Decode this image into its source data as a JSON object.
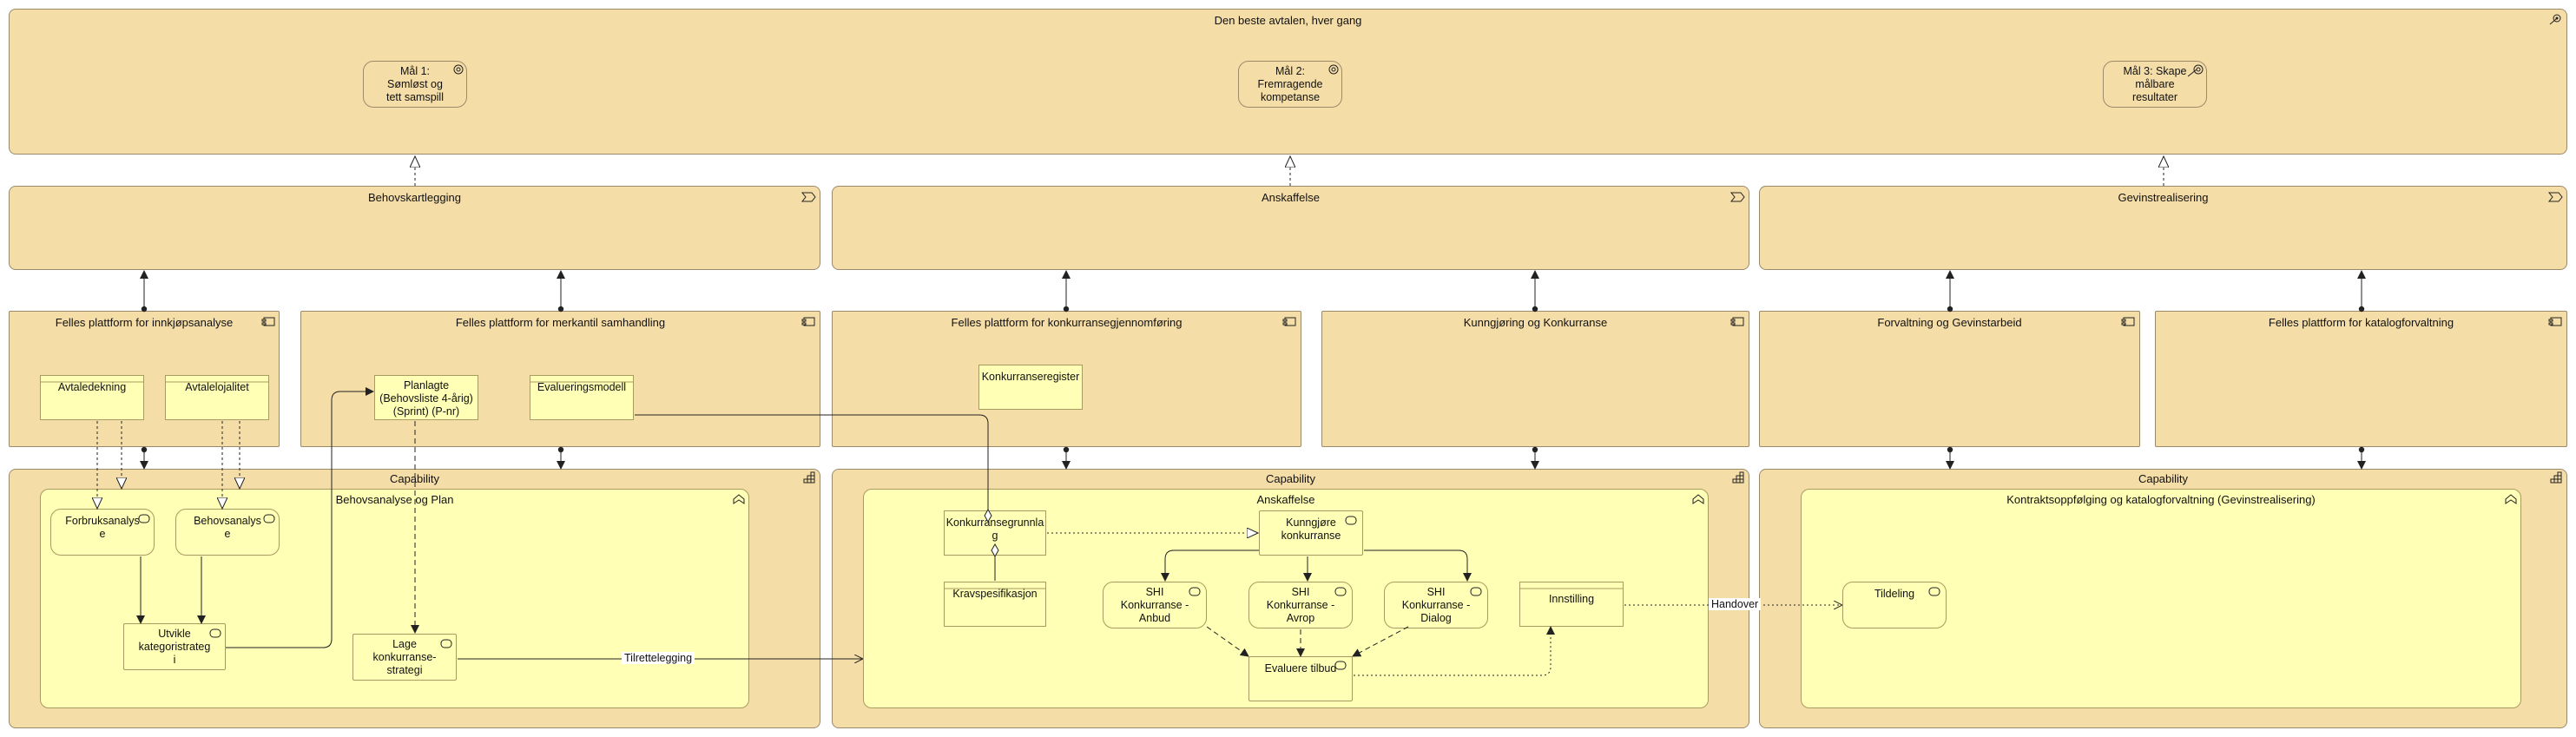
{
  "goal_container": {
    "title": "Den beste avtalen, hver gang",
    "goals": [
      "Mål 1:\nSømløst og\ntett samspill",
      "Mål 2:\nFremragende\nkompetanse",
      "Mål 3: Skape\nmålbare\nresultater"
    ]
  },
  "value_streams": [
    "Behovskartlegging",
    "Anskaffelse",
    "Gevinstrealisering"
  ],
  "applications": [
    "Felles plattform for innkjøpsanalyse",
    "Felles plattform for merkantil samhandling",
    "Felles plattform for konkurransegjennomføring",
    "Kunngjøring og Konkurranse",
    "Forvaltning og Gevinstarbeid",
    "Felles plattform for katalogforvaltning"
  ],
  "app_components": {
    "avtaledekning": "Avtaledekning",
    "avtalelojalitet": "Avtalelojalitet",
    "planlagte": "Planlagte\n(Behovsliste 4-årig)\n(Sprint) (P-nr)",
    "evalueringsmodell": "Evalueringsmodell",
    "konkurranseregister": "Konkurranseregister"
  },
  "capabilities": [
    {
      "title": "Capability",
      "inner": "Behovsanalyse og Plan"
    },
    {
      "title": "Capability",
      "inner": "Anskaffelse"
    },
    {
      "title": "Capability",
      "inner": "Kontraktsoppfølging og katalogforvaltning (Gevinstrealisering)"
    }
  ],
  "elements": {
    "forbruksanalyse": "Forbruksanalys\ne",
    "behovsanalyse": "Behovsanalys\ne",
    "utvikle": "Utvikle\nkategoristrateg\ni",
    "lage": "Lage\nkonkurranse-\nstrategi",
    "konkurransegrunnlag": "Konkurransegrunnla\ng",
    "kravspesifikasjon": "Kravspesifikasjon",
    "kunngjore": "Kunngjøre\nkonkurranse",
    "shi_anbud": "SHI\nKonkurranse -\nAnbud",
    "shi_avrop": "SHI\nKonkurranse -\nAvrop",
    "shi_dialog": "SHI\nKonkurranse -\nDialog",
    "innstilling": "Innstilling",
    "evaluere": "Evaluere tilbud",
    "tildeling": "Tildeling"
  },
  "edge_labels": {
    "tilrettelegging": "Tilrettelegging",
    "handover": "Handover"
  }
}
